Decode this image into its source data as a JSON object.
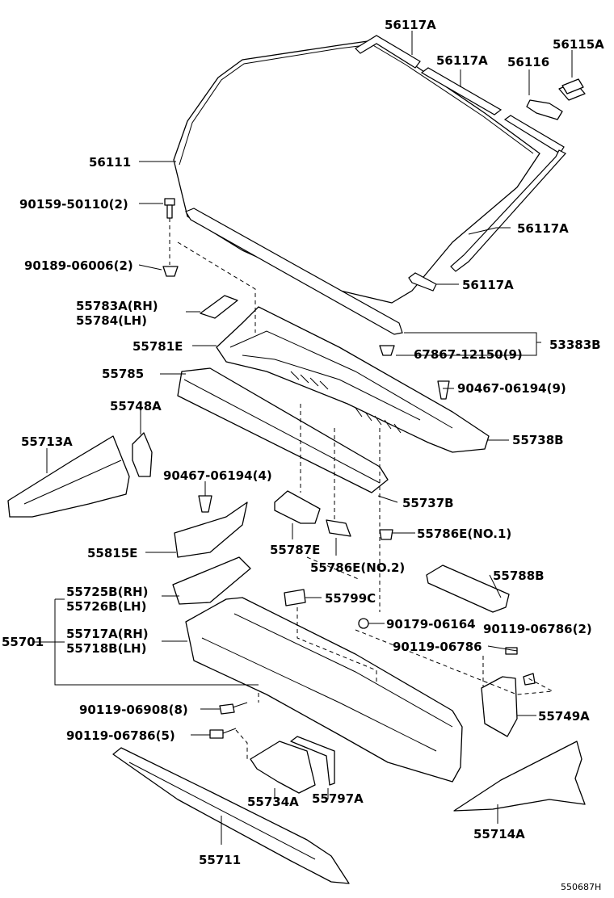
{
  "labels": {
    "l56117a_1": "56117A",
    "l56117a_2": "56117A",
    "l56117a_3": "56117A",
    "l56117a_4": "56117A",
    "l56116": "56116",
    "l56115a": "56115A",
    "l56111": "56111",
    "l90159": "90159-50110(2)",
    "l90189": "90189-06006(2)",
    "l55783a": "55783A(RH)",
    "l55784": "55784(LH)",
    "l55781e": "55781E",
    "l67867": "67867-12150(9)",
    "l53383b": "53383B",
    "l55785": "55785",
    "l90467_9": "90467-06194(9)",
    "l55748a": "55748A",
    "l55738b": "55738B",
    "l55713a": "55713A",
    "l90467_4": "90467-06194(4)",
    "l55737b": "55737B",
    "l55786e_1": "55786E(NO.1)",
    "l55815e": "55815E",
    "l55787e": "55787E",
    "l55786e_2": "55786E(NO.2)",
    "l55788b": "55788B",
    "l55725b": "55725B(RH)",
    "l55726b": "55726B(LH)",
    "l55799c": "55799C",
    "l55701": "55701",
    "l55717a": "55717A(RH)",
    "l55718b": "55718B(LH)",
    "l90179": "90179-06164",
    "l90119_2": "90119-06786(2)",
    "l90119": "90119-06786",
    "l90119_8": "90119-06908(8)",
    "l55749a": "55749A",
    "l90119_5": "90119-06786(5)",
    "l55734a": "55734A",
    "l55797a": "55797A",
    "l55714a": "55714A",
    "l55711": "55711"
  },
  "diagram_code": "550687H"
}
